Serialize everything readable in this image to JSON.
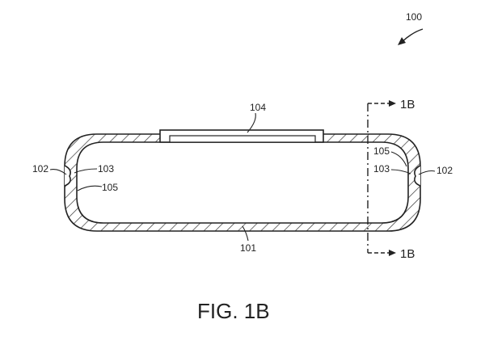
{
  "figure": {
    "ref_main": "100",
    "caption": "FIG. 1B",
    "section_mark_top": "1B",
    "section_mark_bottom": "1B"
  },
  "parts": {
    "base_wall": "101",
    "notch_left": "102",
    "notch_right": "102",
    "inner_edge_left": "103",
    "inner_edge_right": "103",
    "lip_left": "105",
    "lip_right": "105",
    "cover_panel": "104"
  }
}
